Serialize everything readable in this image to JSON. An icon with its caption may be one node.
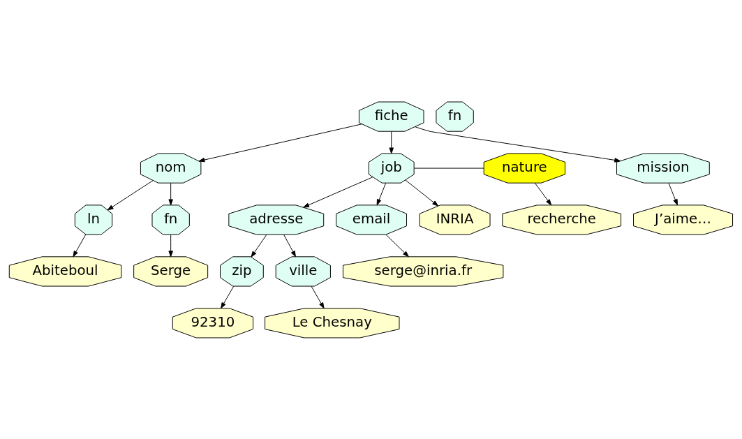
{
  "diagram": {
    "nodes": [
      {
        "text": [
          "fiche"
        ]
      },
      {
        "text": [
          "nom"
        ]
      },
      {
        "text": [
          "job"
        ]
      },
      {
        "text": [
          "nature"
        ]
      },
      {
        "text": [
          "mission"
        ]
      },
      {
        "text": [
          "fn"
        ]
      },
      {
        "text": [
          "fn"
        ]
      },
      {
        "text": [
          "ln"
        ]
      },
      {
        "text": [
          "INRIA"
        ]
      },
      {
        "text": [
          "adresse"
        ]
      },
      {
        "text": [
          "email"
        ]
      },
      {
        "text": [
          "recherche"
        ]
      },
      {
        "text": [
          "J’aime…"
        ]
      },
      {
        "text": [
          "Serge"
        ]
      },
      {
        "text": [
          "Abiteboul"
        ]
      },
      {
        "text": [
          "ville"
        ]
      },
      {
        "text": [
          "zip"
        ]
      },
      {
        "text": [
          "serge@inria.fr"
        ]
      },
      {
        "text": [
          "Le Chesnay"
        ]
      },
      {
        "text": [
          "92310"
        ]
      }
    ],
    "edges": [
      {
        "from": 0,
        "to": 1,
        "arrow": "to"
      },
      {
        "from": 0,
        "to": 2,
        "arrow": "to"
      },
      {
        "from": 0,
        "to": 4,
        "arrow": "to"
      },
      {
        "from": 2,
        "to": 3,
        "arrow": "none"
      },
      {
        "from": 1,
        "to": 5,
        "arrow": "to"
      },
      {
        "from": 1,
        "to": 7,
        "arrow": "to"
      },
      {
        "from": 2,
        "to": 8,
        "arrow": "to"
      },
      {
        "from": 2,
        "to": 9,
        "arrow": "to"
      },
      {
        "from": 2,
        "to": 10,
        "arrow": "to"
      },
      {
        "from": 3,
        "to": 11,
        "arrow": "to"
      },
      {
        "from": 4,
        "to": 12,
        "arrow": "to"
      },
      {
        "from": 5,
        "to": 13,
        "arrow": "to"
      },
      {
        "from": 7,
        "to": 14,
        "arrow": "to"
      },
      {
        "from": 9,
        "to": 15,
        "arrow": "to"
      },
      {
        "from": 9,
        "to": 16,
        "arrow": "to"
      },
      {
        "from": 10,
        "to": 17,
        "arrow": "to"
      },
      {
        "from": 15,
        "to": 18,
        "arrow": "to"
      },
      {
        "from": 16,
        "to": 19,
        "arrow": "to"
      }
    ]
  }
}
